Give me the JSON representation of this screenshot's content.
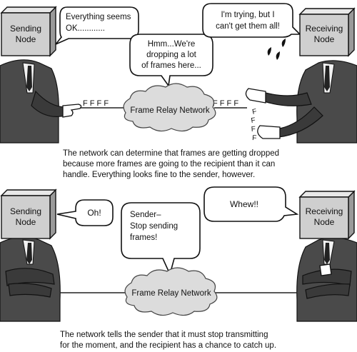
{
  "panel_top": {
    "sender_box": [
      "Sending",
      "Node"
    ],
    "receiver_box": [
      "Receiving",
      "Node"
    ],
    "sender_speech": [
      "Everything seems",
      "OK............"
    ],
    "network_speech": [
      "Hmm...We're",
      "dropping a lot",
      "of frames here..."
    ],
    "receiver_speech": [
      "I'm trying, but I",
      "can't get them all!"
    ],
    "network_label": "Frame Relay Network",
    "frames_left": "F  F  F  F",
    "frames_right": "F  F  F  F",
    "dropped_frames": [
      "F",
      "F",
      "F",
      "F"
    ],
    "caption": [
      "The network can determine that frames are getting dropped",
      "because more frames are going to the recipient than it can",
      "handle. Everything looks fine to the sender, however."
    ]
  },
  "panel_bottom": {
    "sender_box": [
      "Sending",
      "Node"
    ],
    "receiver_box": [
      "Receiving",
      "Node"
    ],
    "sender_speech": "Oh!",
    "network_speech": [
      "Sender–",
      "Stop sending",
      "frames!"
    ],
    "receiver_speech": "Whew!!",
    "network_label": "Frame Relay Network",
    "caption": [
      "The network tells the sender that it must stop transmitting",
      "for the moment, and the recipient has a chance to catch up."
    ]
  }
}
